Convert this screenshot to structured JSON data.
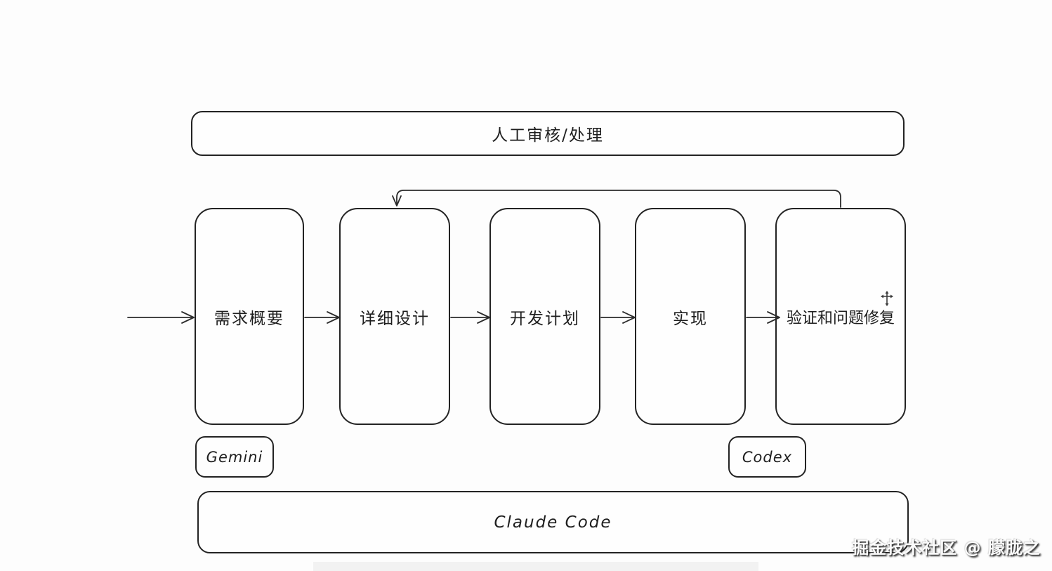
{
  "diagram": {
    "top_box": {
      "label": "人工审核/处理"
    },
    "stages": [
      {
        "label": "需求概要"
      },
      {
        "label": "详细设计"
      },
      {
        "label": "开发计划"
      },
      {
        "label": "实现"
      },
      {
        "label": "验证和问题修复"
      }
    ],
    "tools": [
      {
        "label": "Gemini"
      },
      {
        "label": "Codex"
      }
    ],
    "bottom_box": {
      "label": "Claude Code"
    },
    "colors": {
      "stroke": "#232323",
      "background": "#fdfdfd"
    },
    "flow": {
      "direction": "left-to-right",
      "feedback_edge": "验证和问题修复 → 详细设计"
    }
  },
  "watermark": {
    "text": "掘金技术社区 @ 朦胧之"
  }
}
